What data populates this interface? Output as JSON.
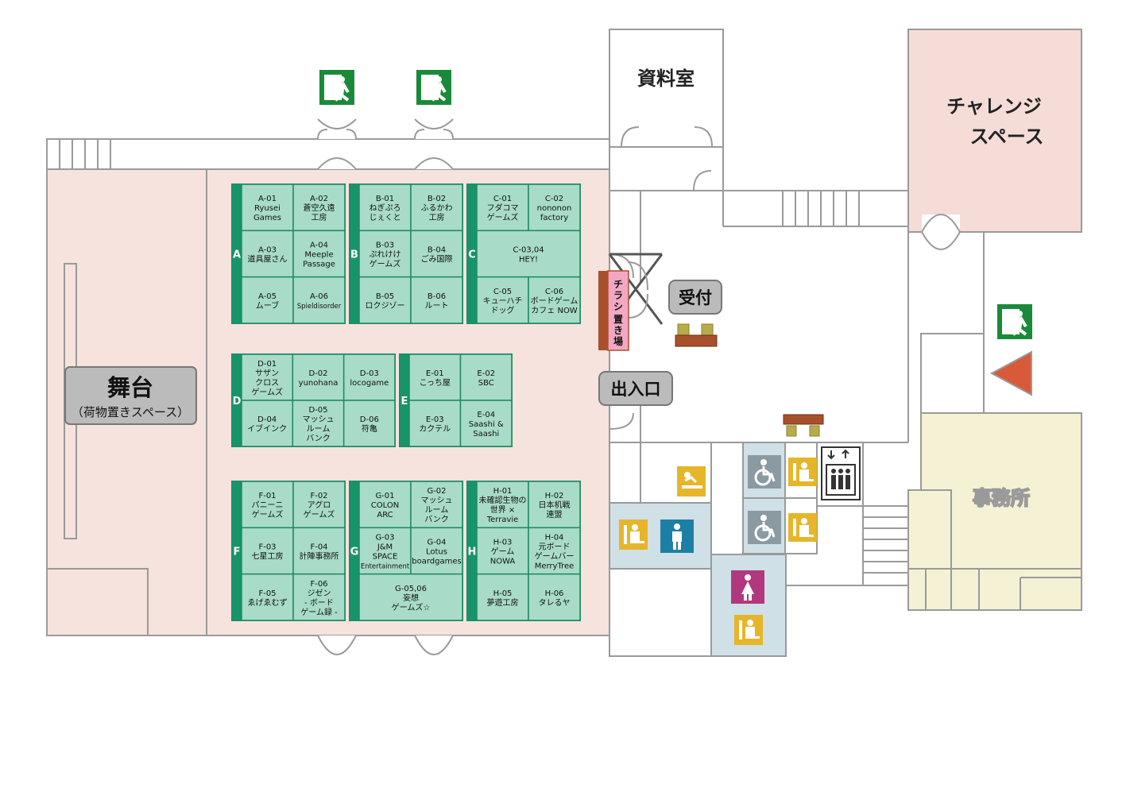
{
  "rooms": {
    "materials_room": "資料室",
    "challenge_space_line1": "チャレンジ",
    "challenge_space_line2": "スペース",
    "office": "事務所"
  },
  "stage": {
    "title": "舞台",
    "subtitle": "（荷物置きスペース）"
  },
  "labels": {
    "reception": "受付",
    "entrance": "出入口",
    "flyer_area": [
      "チ",
      "ラ",
      "シ",
      "置",
      "き",
      "場"
    ]
  },
  "icons": [
    "emergency-exit-icon",
    "emergency-exit-icon",
    "emergency-exit-icon",
    "baby-changing-icon",
    "wheelchair-icon",
    "wheelchair-icon",
    "mens-restroom-icon",
    "womens-restroom-icon",
    "western-toilet-icon",
    "elevator-icon",
    "direction-arrow-icon"
  ],
  "colors": {
    "booth": "#a8dcc8",
    "booth_border": "#1f8a62",
    "block_bar": "#17946a",
    "hall": "#f6e3dd",
    "challenge": "#f5dcd6",
    "office": "#f5f1d4",
    "restroom": "#cfe0e6",
    "exit_green": "#1a8a3a",
    "arrow": "#d95a3a",
    "flyer": "#f2a8c4",
    "flyer_side": "#a8502c"
  },
  "blocks": [
    {
      "letter": "A",
      "booths": [
        {
          "lines": [
            "A-01",
            "Ryusei",
            "Games"
          ]
        },
        {
          "lines": [
            "A-02",
            "蒼空久遠",
            "工房"
          ]
        },
        {
          "lines": [
            "A-03",
            "道具屋さん"
          ]
        },
        {
          "lines": [
            "A-04",
            "Meeple",
            "Passage"
          ]
        },
        {
          "lines": [
            "A-05",
            "ムーブ"
          ]
        },
        {
          "lines": [
            "A-06",
            "Spieldisorder"
          ]
        }
      ]
    },
    {
      "letter": "B",
      "booths": [
        {
          "lines": [
            "B-01",
            "ねぎぷろ",
            "じぇくと"
          ]
        },
        {
          "lines": [
            "B-02",
            "ふるかわ",
            "工房"
          ]
        },
        {
          "lines": [
            "B-03",
            "ぷれけけ",
            "ゲームズ"
          ]
        },
        {
          "lines": [
            "B-04",
            "ごみ国際"
          ]
        },
        {
          "lines": [
            "B-05",
            "ロクジゾー"
          ]
        },
        {
          "lines": [
            "B-06",
            "ルート"
          ]
        }
      ]
    },
    {
      "letter": "C",
      "booths": [
        {
          "lines": [
            "C-01",
            "フダコマ",
            "ゲームズ"
          ]
        },
        {
          "lines": [
            "C-02",
            "nononon",
            "factory"
          ]
        },
        {
          "lines": [
            "C-03,04",
            "HEY!"
          ]
        },
        {
          "lines": [
            "C-05",
            "キューハチ",
            "ドッグ"
          ]
        },
        {
          "lines": [
            "C-06",
            "ボードゲーム",
            "カフェ NOW"
          ]
        }
      ]
    },
    {
      "letter": "D",
      "booths": [
        {
          "lines": [
            "D-01",
            "サザン",
            "クロス",
            "ゲームズ"
          ]
        },
        {
          "lines": [
            "D-02",
            "yunohana"
          ]
        },
        {
          "lines": [
            "D-03",
            "locogame"
          ]
        },
        {
          "lines": [
            "D-04",
            "イブインク"
          ]
        },
        {
          "lines": [
            "D-05",
            "マッシュ",
            "ルーム",
            "バンク"
          ]
        },
        {
          "lines": [
            "D-06",
            "符亀"
          ]
        }
      ]
    },
    {
      "letter": "E",
      "booths": [
        {
          "lines": [
            "E-01",
            "こっち屋"
          ]
        },
        {
          "lines": [
            "E-02",
            "SBC"
          ]
        },
        {
          "lines": [
            "E-03",
            "カクテル"
          ]
        },
        {
          "lines": [
            "E-04",
            "Saashi &",
            "Saashi"
          ]
        }
      ]
    },
    {
      "letter": "F",
      "booths": [
        {
          "lines": [
            "F-01",
            "パニーニ",
            "ゲームズ"
          ]
        },
        {
          "lines": [
            "F-02",
            "アグロ",
            "ゲームズ"
          ]
        },
        {
          "lines": [
            "F-03",
            "七星工房"
          ]
        },
        {
          "lines": [
            "F-04",
            "計陣事務所"
          ]
        },
        {
          "lines": [
            "F-05",
            "ゑげゑむず"
          ]
        },
        {
          "lines": [
            "F-06",
            "ジゼン",
            "- ボード",
            "ゲーム録 -"
          ]
        }
      ]
    },
    {
      "letter": "G",
      "booths": [
        {
          "lines": [
            "G-01",
            "COLON",
            "ARC"
          ]
        },
        {
          "lines": [
            "G-02",
            "マッシュ",
            "ルーム",
            "バンク"
          ]
        },
        {
          "lines": [
            "G-03",
            "J&M",
            "SPACE",
            "Entertainment"
          ]
        },
        {
          "lines": [
            "G-04",
            "Lotus",
            "boardgames"
          ]
        },
        {
          "lines": [
            "G-05,06",
            "妄想",
            "ゲームズ☆"
          ]
        }
      ]
    },
    {
      "letter": "H",
      "booths": [
        {
          "lines": [
            "H-01",
            "未確認生物の",
            "世界 ×",
            "Terravie"
          ]
        },
        {
          "lines": [
            "H-02",
            "日本机戦",
            "連盟"
          ]
        },
        {
          "lines": [
            "H-03",
            "ゲーム",
            "NOWA"
          ]
        },
        {
          "lines": [
            "H-04",
            "元ボード",
            "ゲームバー",
            "MerryTree"
          ]
        },
        {
          "lines": [
            "H-05",
            "夢遊工房"
          ]
        },
        {
          "lines": [
            "H-06",
            "タレるヤ"
          ]
        }
      ]
    }
  ]
}
